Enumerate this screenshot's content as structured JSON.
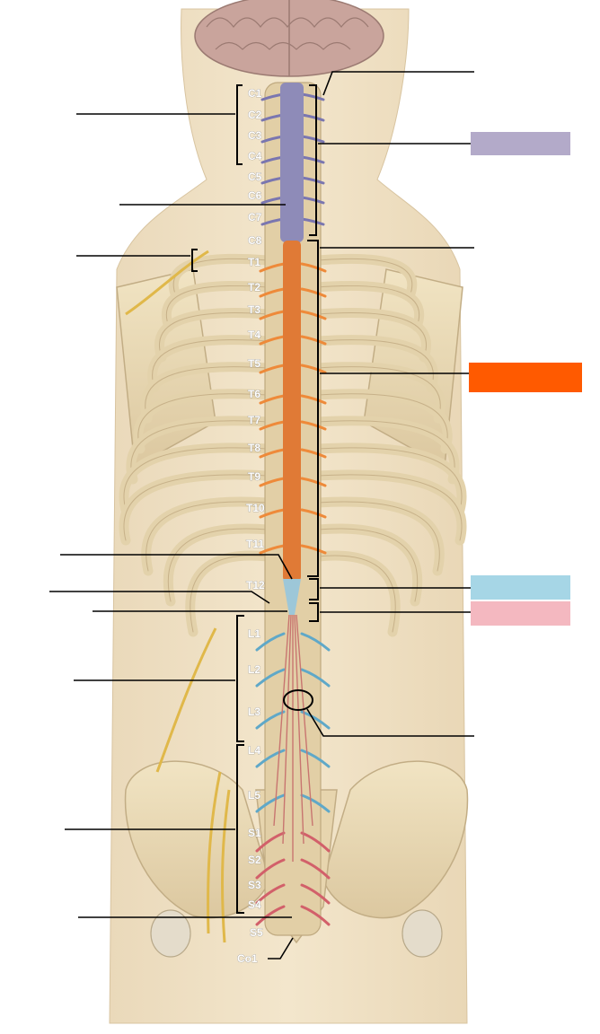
{
  "vertebra_labels": {
    "cervical": [
      "C1",
      "C2",
      "C3",
      "C4",
      "C5",
      "C6",
      "C7",
      "C8"
    ],
    "thoracic": [
      "T1",
      "T2",
      "T3",
      "T4",
      "T5",
      "T6",
      "T7",
      "T8",
      "T9",
      "T10",
      "T11",
      "T12"
    ],
    "lumbar": [
      "L1",
      "L2",
      "L3",
      "L4",
      "L5"
    ],
    "sacral": [
      "S1",
      "S2",
      "S3",
      "S4",
      "S5"
    ],
    "coccygeal": [
      "Co1"
    ]
  },
  "legend_colors": {
    "cervical": "#b3aac9",
    "thoracic": "#ff5a00",
    "lumbar": "#a6d6e6",
    "sacral": "#f4b8c0"
  }
}
